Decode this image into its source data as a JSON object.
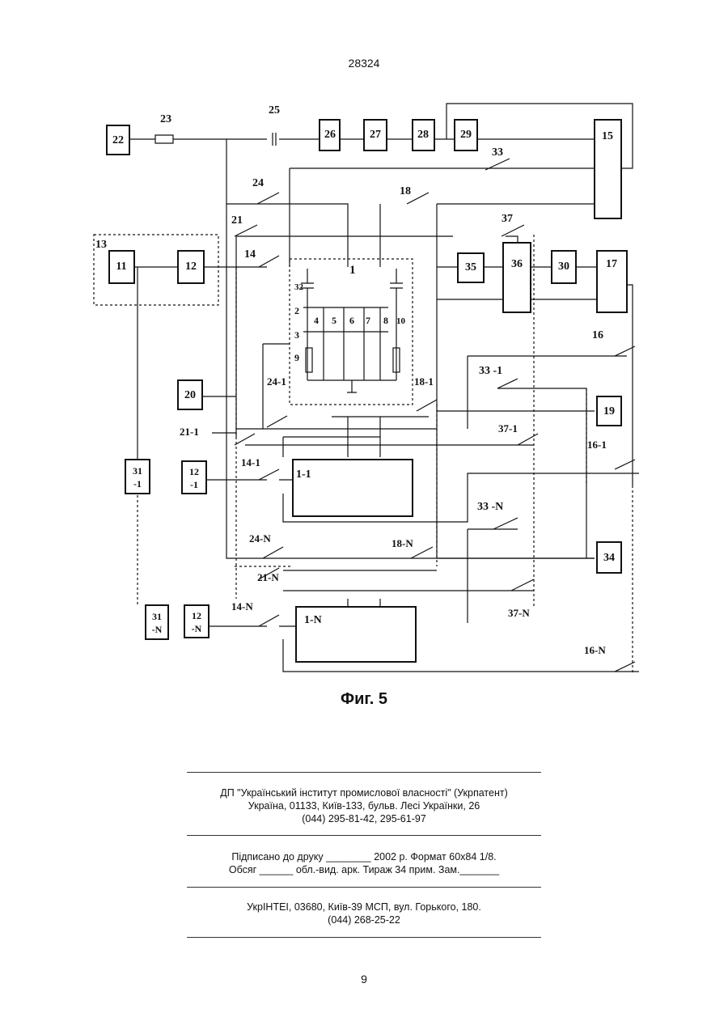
{
  "header": {
    "patent_number": "28324"
  },
  "figure": {
    "caption": "Фиг. 5",
    "labels": {
      "b22": "22",
      "b26": "26",
      "b27": "27",
      "b28": "28",
      "b29": "29",
      "b15": "15",
      "b11": "11",
      "b12": "12",
      "b35": "35",
      "b36": "36",
      "b30": "30",
      "b17": "17",
      "b20": "20",
      "b19": "19",
      "b34": "34",
      "b1_1": "1-1",
      "b1_N": "1-N",
      "b31_1_a": "31",
      "b31_1_b": "-1",
      "b12_1_a": "12",
      "b12_1_b": "-1",
      "b31_N_a": "31",
      "b31_N_b": "-N",
      "b12_N_a": "12",
      "b12_N_b": "-N",
      "t23": "23",
      "t25": "25",
      "t33": "33",
      "t24": "24",
      "t18": "18",
      "t21": "21",
      "t37": "37",
      "t13": "13",
      "t14": "14",
      "t1": "1",
      "t16": "16",
      "t24_1": "24-1",
      "t18_1": "18-1",
      "t33_1": "33 -1",
      "t21_1": "21-1",
      "t37_1": "37-1",
      "t16_1": "16-1",
      "t14_1": "14-1",
      "t33_N": "33 -N",
      "t24_N": "24-N",
      "t18_N": "18-N",
      "t21_N": "21-N",
      "t37_N": "37-N",
      "t14_N": "14-N",
      "t16_N": "16-N",
      "n32": "32",
      "n2": "2",
      "n3": "3",
      "n4": "4",
      "n5": "5",
      "n6": "6",
      "n7": "7",
      "n8": "8",
      "n10": "10",
      "n9": "9"
    }
  },
  "imprint": {
    "publisher_line1": "ДП \"Український інститут промислової власності\" (Укрпатент)",
    "publisher_line2": "Україна, 01133, Київ-133, бульв. Лесі Українки, 26",
    "publisher_line3": "(044) 295-81-42, 295-61-97",
    "print_line1": "Підписано до друку ________ 2002 р.    Формат 60х84 1/8.",
    "print_line2": "Обсяг ______ обл.-вид. арк.   Тираж 34 прим.    Зам._______",
    "printer_line1": "УкрІНТЕІ, 03680, Київ-39 МСП, вул. Горького, 180.",
    "printer_line2": "(044) 268-25-22"
  },
  "footer": {
    "page_number": "9"
  }
}
